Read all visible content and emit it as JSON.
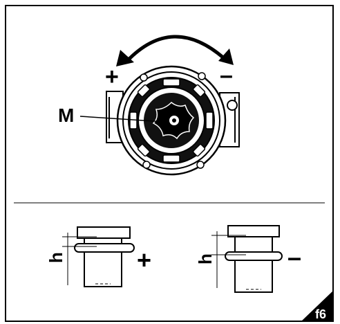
{
  "figure": {
    "top_panel": {
      "plus_label": "+",
      "minus_label": "–",
      "knob_label": "M"
    },
    "bottom_panel": {
      "left": {
        "height_label": "h",
        "sign": "+"
      },
      "right": {
        "height_label": "h",
        "sign": "–"
      }
    },
    "corner_tag": "f6"
  }
}
